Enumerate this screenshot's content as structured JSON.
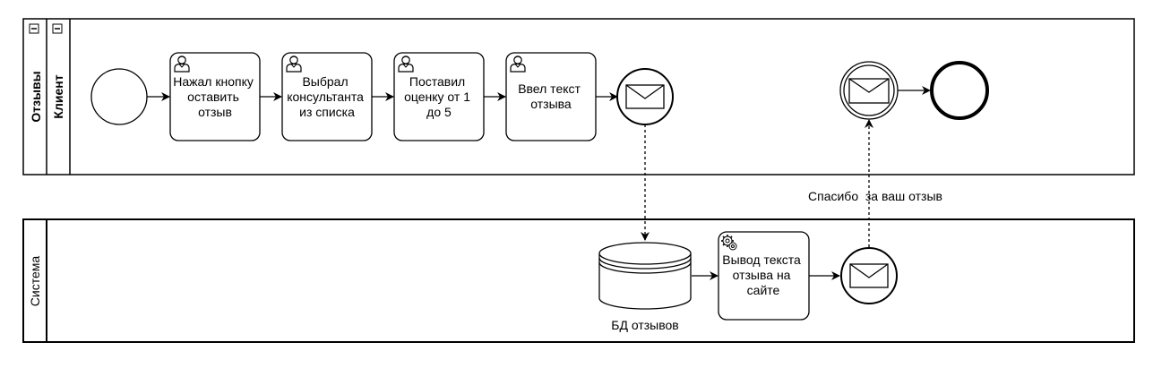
{
  "pool_reviews": {
    "title": "Отзывы",
    "lane_client": "Клиент"
  },
  "pool_system": {
    "title": "Система"
  },
  "tasks": {
    "t1": [
      "Нажал кнопку",
      "оставить",
      "отзыв"
    ],
    "t2": [
      "Выбрал",
      "консультанта",
      "из списка"
    ],
    "t3": [
      "Поставил",
      "оценку от 1",
      "до 5"
    ],
    "t4": [
      "Ввел текст",
      "отзыва"
    ],
    "t5": [
      "Вывод текста",
      "отзыва на",
      "сайте"
    ]
  },
  "datastore": {
    "label": "БД отзывов"
  },
  "message_flow": {
    "label": "Спасибо  за ваш отзыв"
  },
  "colors": {
    "stroke": "#000000",
    "fill": "#ffffff"
  }
}
